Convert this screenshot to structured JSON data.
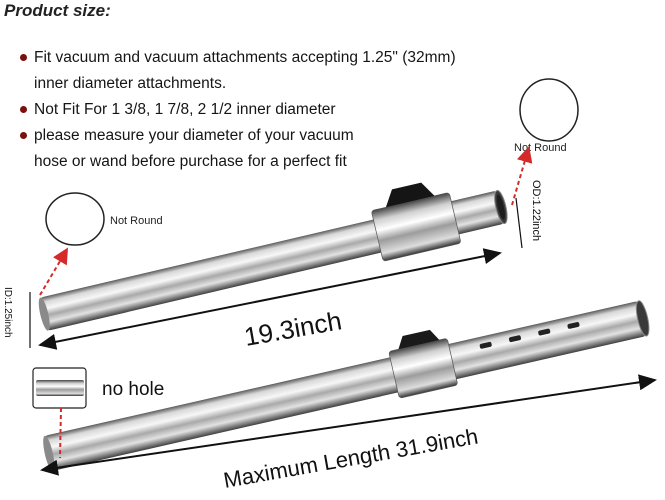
{
  "title": "Product size:",
  "bullets": [
    {
      "line1": "Fit vacuum and vacuum attachments accepting 1.25\" (32mm)",
      "line2": "inner diameter attachments."
    },
    {
      "line1": "Not Fit For 1 3/8, 1 7/8, 2 1/2 inner diameter",
      "line2": ""
    },
    {
      "line1": "please measure your diameter of your vacuum",
      "line2": "hose or wand before purchase for a perfect fit"
    }
  ],
  "labels": {
    "not_round_left": "Not Round",
    "not_round_right": "Not Round",
    "od": "OD:1.22inch",
    "id": "ID:1.25inch",
    "length": "19.3inch",
    "no_hole": "no hole",
    "max_length": "Maximum Length 31.9inch"
  },
  "colors": {
    "bullet": "#7a1010",
    "arrow": "#d42a2a",
    "dimension": "#111111",
    "chrome_light": "#f4f4f4",
    "chrome_dark": "#3a3a3a"
  }
}
